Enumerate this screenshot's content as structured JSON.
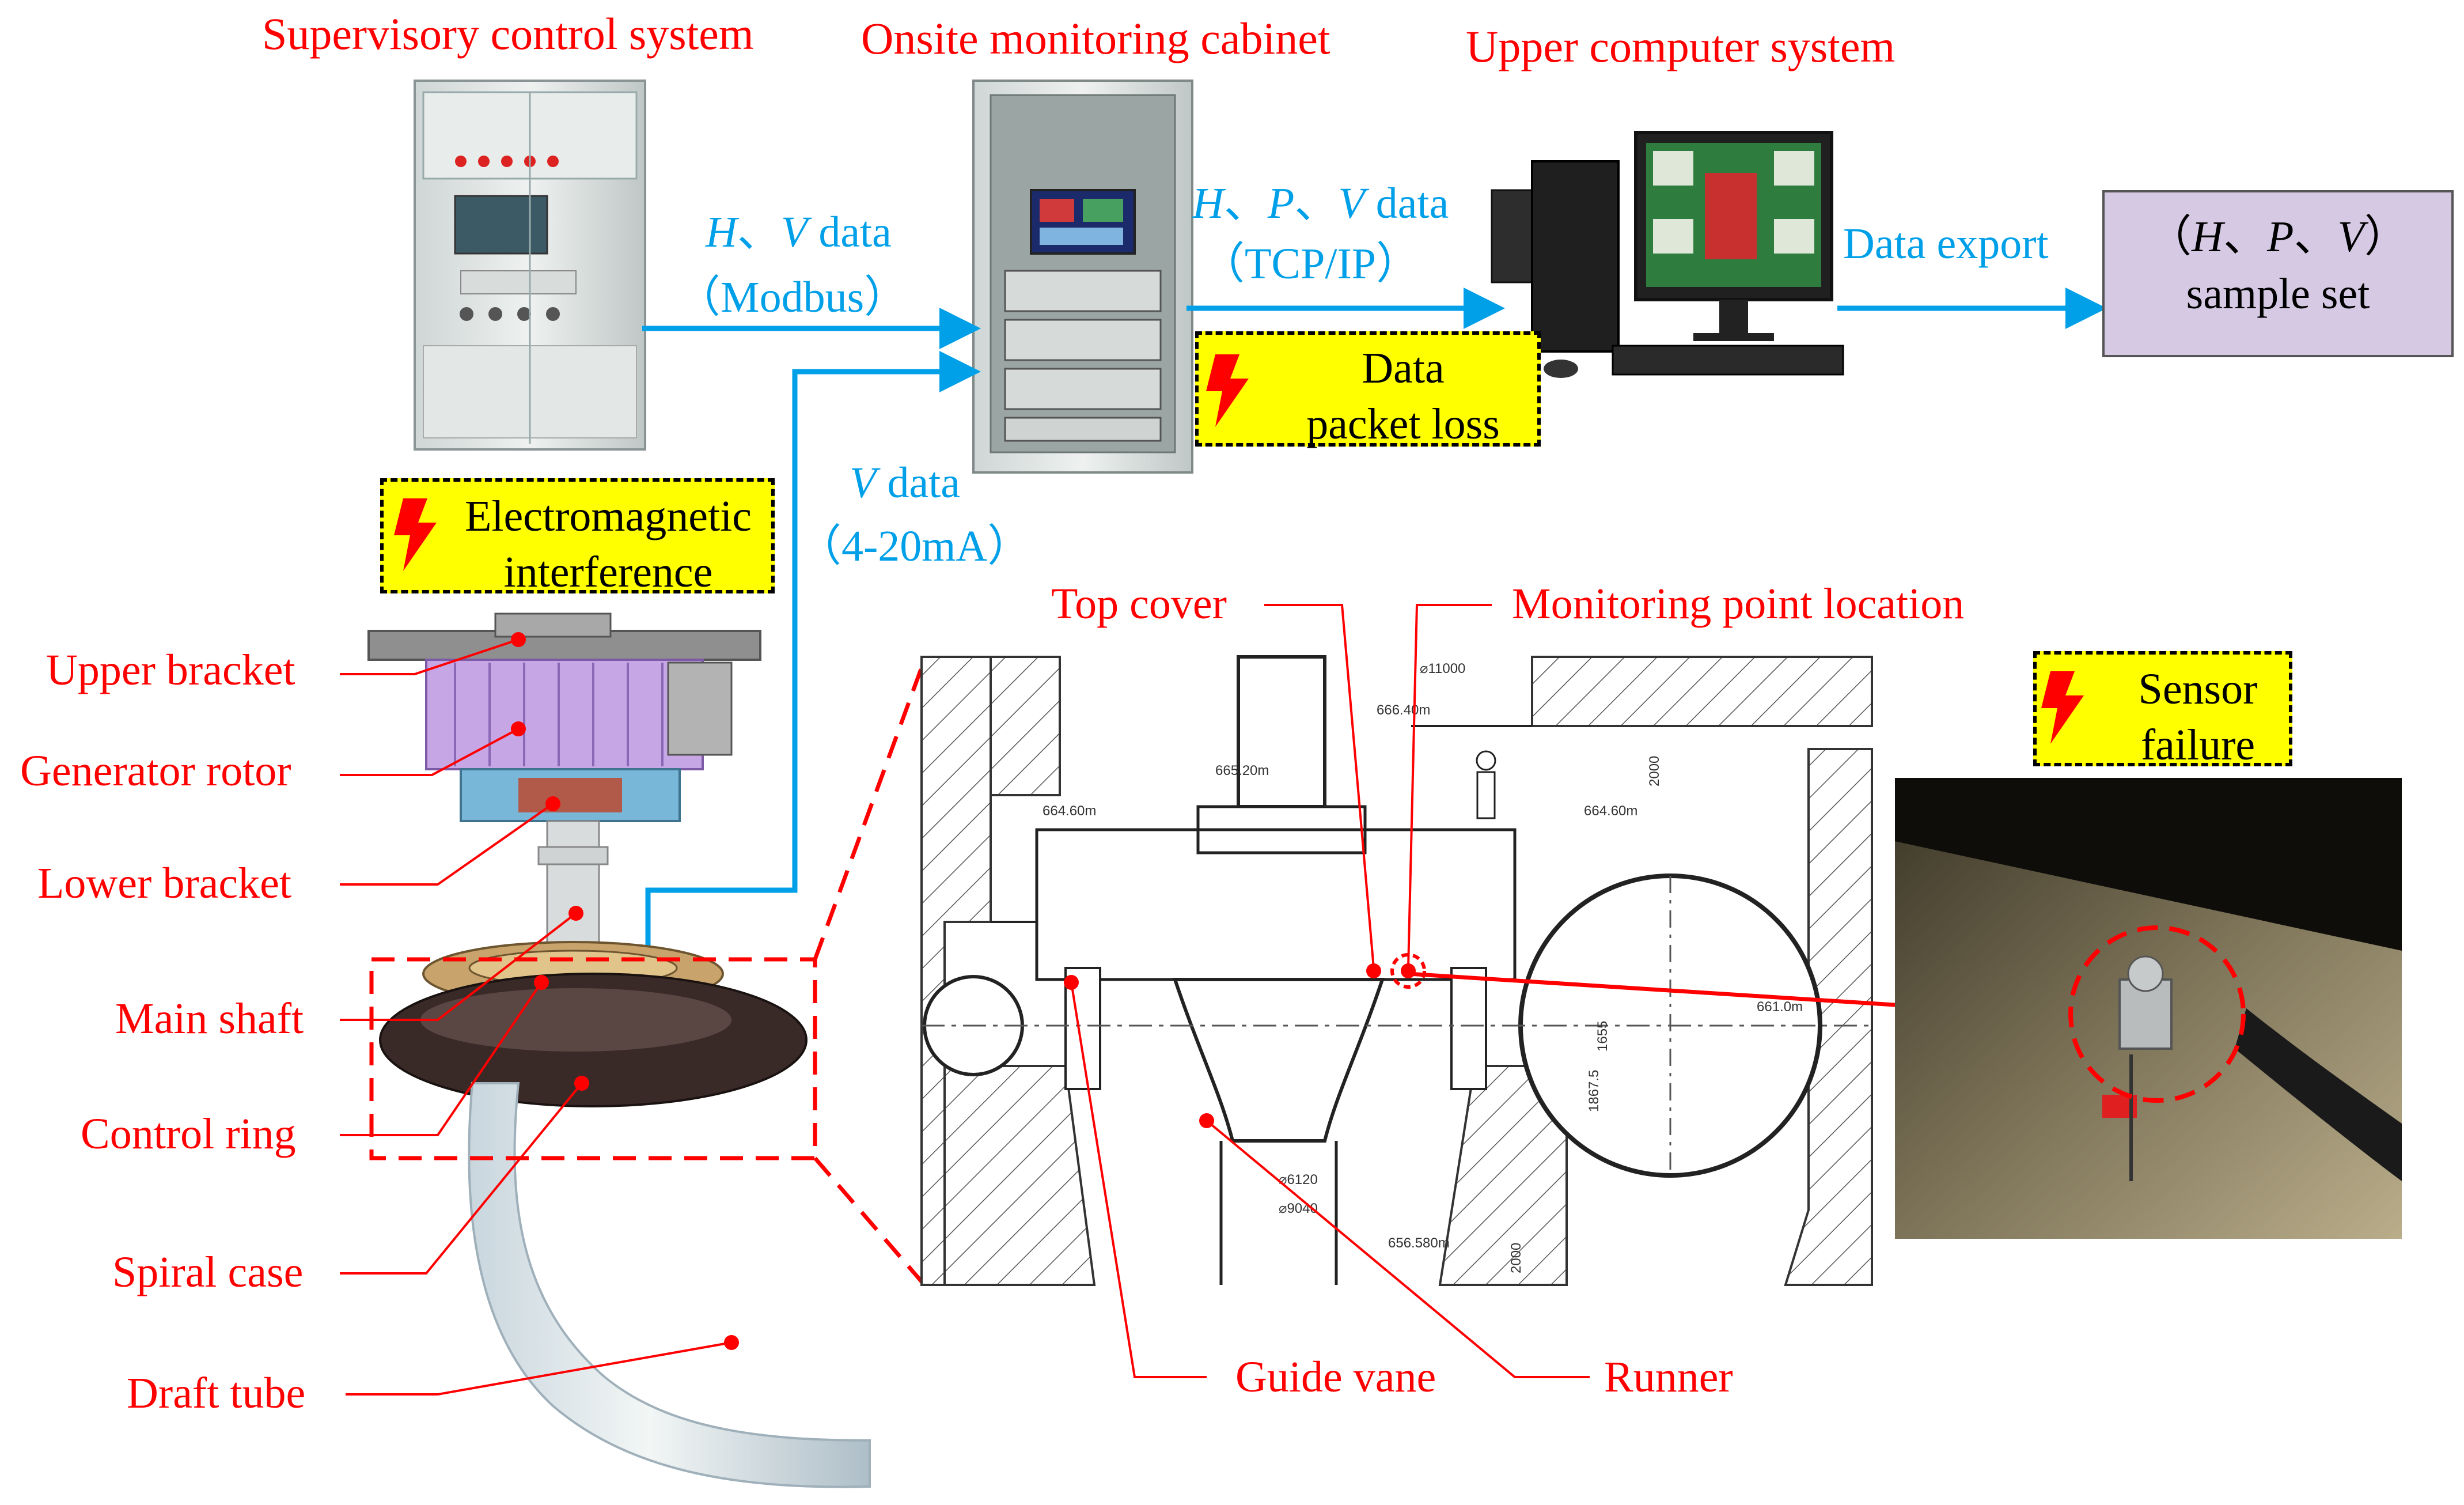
{
  "headers": {
    "supervisory": "Supervisory control system",
    "onsite": "Onsite monitoring cabinet",
    "upper": "Upper computer system"
  },
  "flows": {
    "hv_data": "data",
    "hv_h": "H",
    "hv_v": "V",
    "hv_sep": "、",
    "modbus": "（Modbus）",
    "hpv_h": "H",
    "hpv_p": "P",
    "hpv_v": "V",
    "hpv_sep": "、",
    "hpv_data": "data",
    "tcpip": "（TCP/IP）",
    "v_v": "V",
    "v_data": "data",
    "ma": "（4-20mA）",
    "export": "Data export"
  },
  "sample_set": {
    "line1_open": "（",
    "h": "H",
    "sep": "、",
    "p": "P",
    "v": "V",
    "line1_close": "）",
    "line2": "sample set"
  },
  "warnings": {
    "packet_loss": [
      "Data",
      "packet loss"
    ],
    "emi": [
      "Electromagnetic",
      "interference"
    ],
    "sensor": [
      "Sensor",
      "failure"
    ]
  },
  "components": {
    "upper_bracket": "Upper bracket",
    "generator_rotor": "Generator rotor",
    "lower_bracket": "Lower bracket",
    "main_shaft": "Main shaft",
    "control_ring": "Control ring",
    "spiral_case": "Spiral case",
    "draft_tube": "Draft tube"
  },
  "section_labels": {
    "top_cover": "Top cover",
    "monitoring_point": "Monitoring point location",
    "guide_vane": "Guide vane",
    "runner": "Runner"
  },
  "drawing_marks": {
    "d11000": "⌀11000",
    "e666": "666.40m",
    "e665": "665.20m",
    "e664a": "664.60m",
    "e664b": "664.60m",
    "e661": "661.0m",
    "e656": "656.580m",
    "d6120": "⌀6120",
    "d9040": "⌀9040",
    "h2000a": "2000",
    "h2000b": "2000",
    "h1655": "1655",
    "h1867": "1867.5"
  },
  "colors": {
    "label_red": "#ff0000",
    "flow_blue": "#00a0e9",
    "warn_yellow": "#ffff00",
    "sample_purple": "#d5c9e3"
  },
  "icons": [
    "lightning-icon"
  ]
}
